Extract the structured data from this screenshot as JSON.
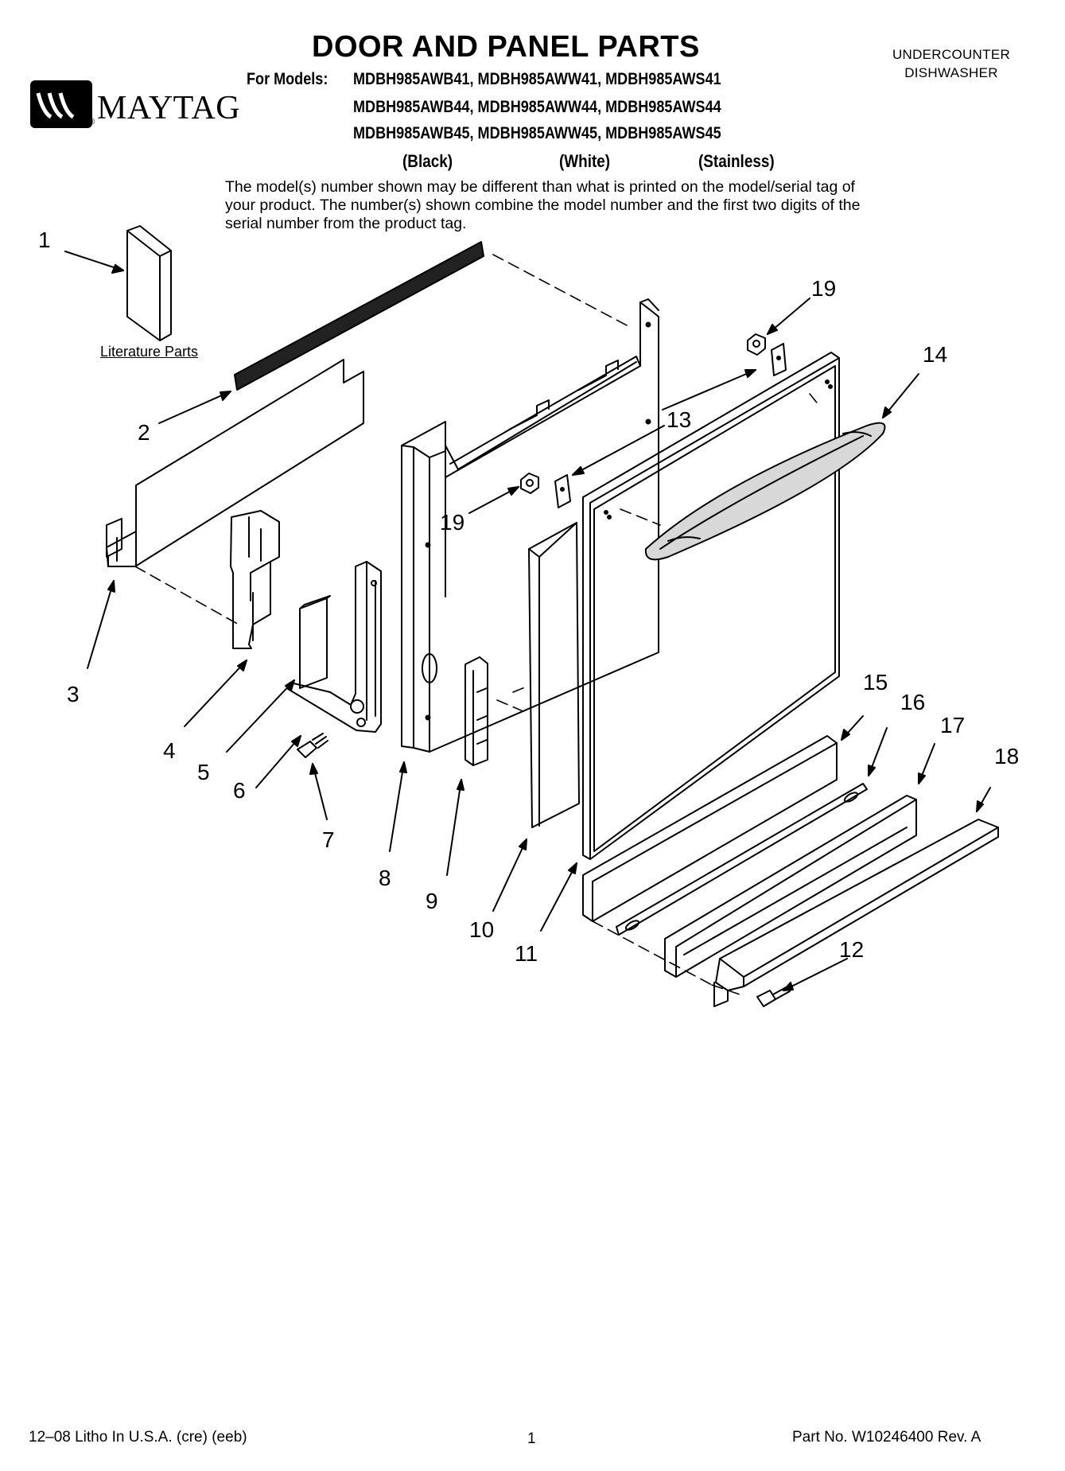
{
  "header": {
    "title": "DOOR AND PANEL PARTS",
    "models_label": "For Models:",
    "model_rows": [
      "MDBH985AWB41, MDBH985AWW41, MDBH985AWS41",
      "MDBH985AWB44, MDBH985AWW44, MDBH985AWS44",
      "MDBH985AWB45, MDBH985AWW45, MDBH985AWS45"
    ],
    "colors": [
      "(Black)",
      "(White)",
      "(Stainless)"
    ],
    "note": "The model(s) number shown may be different than what is printed on the model/serial tag of your product. The number(s) shown combine the model number and the first two digits of the serial number from the product tag.",
    "corner_lines": [
      "UNDERCOUNTER",
      "DISHWASHER"
    ],
    "brand": "MAYTAG",
    "registered_mark": "®"
  },
  "diagram": {
    "literature_label": "Literature Parts",
    "callouts": [
      "1",
      "2",
      "3",
      "4",
      "5",
      "6",
      "7",
      "8",
      "9",
      "10",
      "11",
      "12",
      "13",
      "14",
      "15",
      "16",
      "17",
      "18",
      "19",
      "19"
    ]
  },
  "footer": {
    "left": "12–08 Litho In U.S.A. (cre) (eeb)",
    "center": "1",
    "right": "Part No. W10246400 Rev. A"
  },
  "colors": {
    "ink": "#000000",
    "paper": "#ffffff",
    "handle_fill": "#d8d8d8"
  }
}
